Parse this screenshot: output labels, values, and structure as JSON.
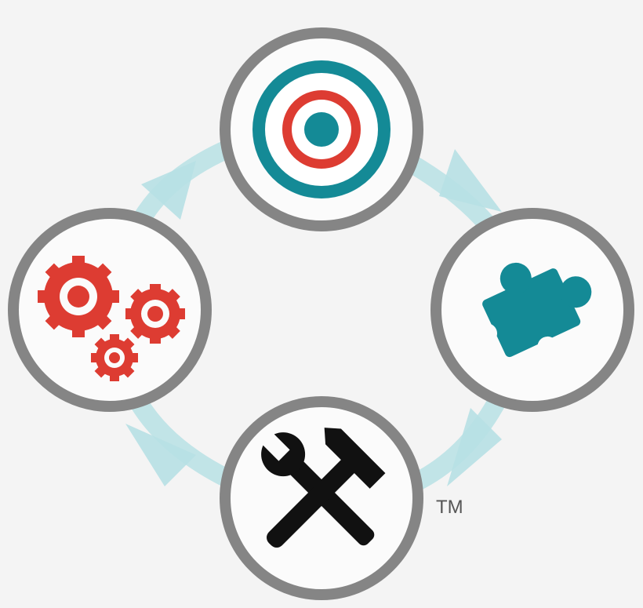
{
  "trademark": "TM",
  "colors": {
    "ring": "#858585",
    "circle_fill": "#ffffff",
    "arrow": "#b7e0e4",
    "teal": "#148a96",
    "red": "#dd3c32",
    "black": "#111111"
  },
  "nodes": [
    {
      "name": "target-node",
      "icon": "target-icon"
    },
    {
      "name": "puzzle-node",
      "icon": "puzzle-piece-icon"
    },
    {
      "name": "tools-node",
      "icon": "hammer-wrench-icon"
    },
    {
      "name": "gears-node",
      "icon": "gears-icon"
    }
  ],
  "flow_direction": "clockwise"
}
